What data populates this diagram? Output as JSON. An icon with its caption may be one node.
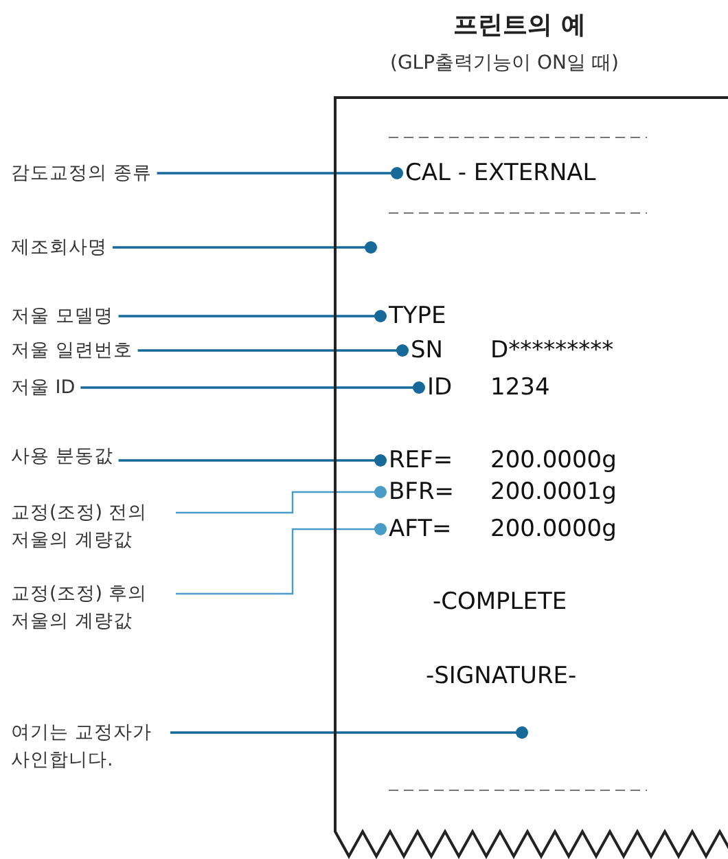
{
  "diagram": {
    "title": "프린트의 예",
    "nodes": [
      {
        "text": [],
        "shape": "box"
      },
      {
        "text": [
          "CAL - EXTERNAL"
        ],
        "in": 0
      },
      {
        "text": [
          "TYPE"
        ],
        "in": 0
      },
      {
        "text": [
          "SN",
          "D*********"
        ],
        "in": 0
      },
      {
        "text": [
          "ID",
          "1234"
        ],
        "in": 0
      },
      {
        "text": [
          "REF=",
          "200.0000g"
        ],
        "in": 0
      },
      {
        "text": [
          "BFR=",
          "200.0001g"
        ],
        "in": 0
      },
      {
        "text": [
          "AFT=",
          "200.0000g"
        ],
        "in": 0
      },
      {
        "text": [
          "-COMPLETE"
        ],
        "in": 0
      },
      {
        "text": [
          "-SIGNATURE-"
        ],
        "in": 0
      },
      {
        "text": [
          "감도교정의 종류"
        ]
      },
      {
        "text": [
          "제조회사명"
        ]
      },
      {
        "text": [
          "저울 모델명"
        ]
      },
      {
        "text": [
          "저울 일련번호"
        ]
      },
      {
        "text": [
          "저울 ID"
        ]
      },
      {
        "text": [
          "사용 분동값"
        ]
      },
      {
        "text": [
          "교정(조정) 전의 저울의 계량값"
        ]
      },
      {
        "text": [
          "교정(조정) 후의 저울의 계량값"
        ]
      },
      {
        "text": [
          "여기는 교정자가 사인합니다."
        ]
      }
    ],
    "edges": [
      {
        "from": 10,
        "to": 1,
        "arrow": "other"
      },
      {
        "from": 11,
        "to": 0,
        "arrow": "other"
      },
      {
        "from": 12,
        "to": 2,
        "arrow": "other"
      },
      {
        "from": 13,
        "to": 3,
        "arrow": "other"
      },
      {
        "from": 14,
        "to": 4,
        "arrow": "other"
      },
      {
        "from": 15,
        "to": 5,
        "arrow": "other"
      },
      {
        "from": 16,
        "to": 6,
        "arrow": "other",
        "color": "#4a9cc8"
      },
      {
        "from": 17,
        "to": 7,
        "arrow": "other",
        "color": "#4a9cc8"
      },
      {
        "from": 18,
        "to": 0,
        "arrow": "other"
      }
    ],
    "labels": [
      "(GLP출력기능이 ON일 때)"
    ]
  }
}
